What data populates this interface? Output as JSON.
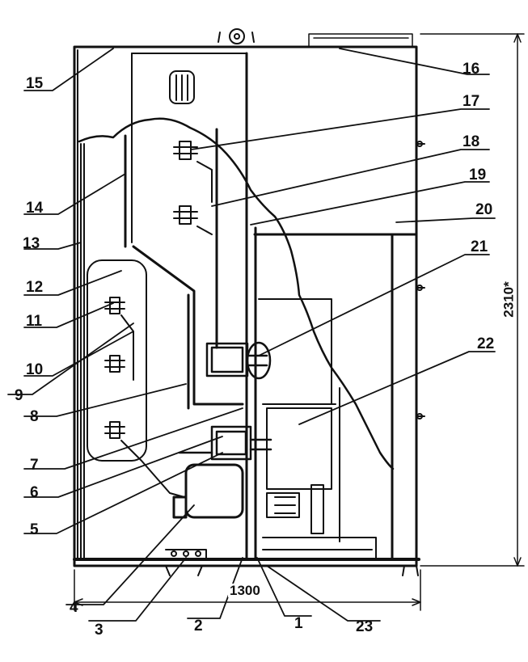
{
  "callouts": [
    "1",
    "2",
    "3",
    "4",
    "5",
    "6",
    "7",
    "8",
    "9",
    "10",
    "11",
    "12",
    "13",
    "14",
    "15",
    "16",
    "17",
    "18",
    "19",
    "20",
    "21",
    "22",
    "23"
  ],
  "dimensions": {
    "width": "1300",
    "height": "2310*"
  }
}
